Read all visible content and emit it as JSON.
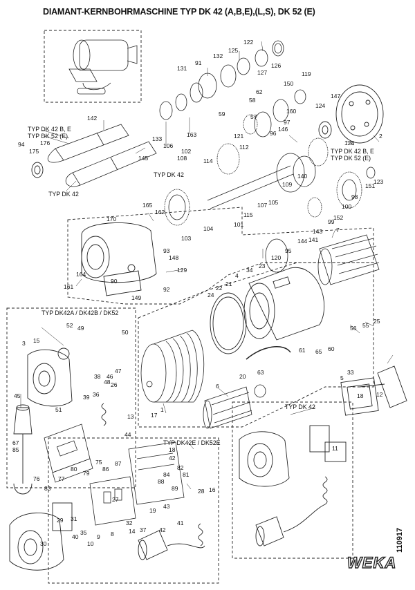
{
  "title": "DIAMANT-KERNBOHRMASCHINE TYP DK 42 (A,B,E),(L,S), DK 52 (E)",
  "doc_number": "110917",
  "logo_text": "WEKA",
  "captions": {
    "typ_dk42be": "TYP DK 42 B, E",
    "typ_dk52e": "TYP DK 52 (E)",
    "typ_dk42": "TYP DK 42",
    "typ_dk42be_right": "TYP DK 42 B, E",
    "typ_dk52e_right": "TYP DK 52 (E)",
    "typ_dk42_mid": "TYP DK 42",
    "typ_dk42a_b_52": "TYP DK42A / DK42B / DK52",
    "typ_dk42_right": "TYP DK 42",
    "typ_dk42e_52e": "TYP DK42E / DK52E"
  },
  "part_numbers": [
    "94",
    "142",
    "175",
    "176",
    "133",
    "145",
    "106",
    "163",
    "102",
    "140",
    "131",
    "91",
    "132",
    "125",
    "122",
    "127",
    "126",
    "62",
    "58",
    "59",
    "57",
    "121",
    "96",
    "112",
    "146",
    "97",
    "150",
    "119",
    "147",
    "160",
    "124",
    "128",
    "2",
    "108",
    "114",
    "115",
    "107",
    "105",
    "109",
    "151",
    "123",
    "98",
    "100",
    "99",
    "152",
    "143",
    "141",
    "144",
    "95",
    "120",
    "7",
    "165",
    "162",
    "170",
    "93",
    "104",
    "101",
    "103",
    "148",
    "129",
    "92",
    "90",
    "149",
    "161",
    "164",
    "23",
    "34",
    "4",
    "21",
    "22",
    "24",
    "25",
    "55",
    "56",
    "60",
    "65",
    "61",
    "1",
    "17",
    "6",
    "20",
    "3",
    "15",
    "52",
    "49",
    "50",
    "47",
    "48",
    "46",
    "38",
    "39",
    "36",
    "26",
    "13",
    "44",
    "45",
    "51",
    "67",
    "85",
    "76",
    "77",
    "80",
    "79",
    "75",
    "83",
    "86",
    "87",
    "33",
    "11",
    "5",
    "12",
    "18",
    "28",
    "16",
    "27",
    "32",
    "30",
    "29",
    "31",
    "35",
    "40",
    "10",
    "9",
    "8",
    "14",
    "37",
    "19",
    "43",
    "41",
    "42",
    "81",
    "82",
    "84",
    "88",
    "89",
    "18b",
    "42b",
    "63"
  ]
}
